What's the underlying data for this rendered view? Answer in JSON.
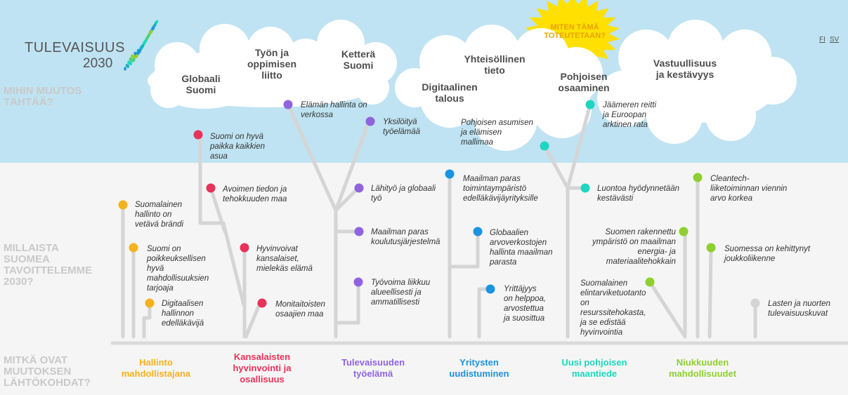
{
  "logo": {
    "word": "TULEVAISUUS",
    "year": "2030"
  },
  "languages": [
    "FI",
    "SV"
  ],
  "sun_text": "MITEN TÄMÄ\nTOTEUTETAAN?",
  "section_labels": {
    "top": "MIHIN MUUTOS\nTÄHTÄÄ?",
    "middle": "MILLAISTA\nSUOMEA\nTAVOITTELEMME\n2030?",
    "bottom": "MITKÄ OVAT\nMUUTOKSEN\nLÄHTÖKOHDAT?"
  },
  "colors": {
    "hallinto": "#f5b21e",
    "kansalaiset": "#e8325a",
    "tyoelama": "#9064e0",
    "yritykset": "#1a93e0",
    "pohjoinen": "#1fd6c0",
    "niukkuus": "#8fcf30",
    "grey": "#d4d4d4",
    "sun": "#ffe000"
  },
  "cloud_titles": [
    "Globaali\nSuomi",
    "Työn ja\noppimisen\nliitto",
    "Ketterä\nSuomi",
    "Digitaalinen\ntalous",
    "Yhteisöllinen\ntieto",
    "Pohjoisen\nosaaminen",
    "Vastuullisuus\nja kestävyys"
  ],
  "goals": {
    "hallinto": [
      "Suomalainen\nhallinto on\nvetävä brändi",
      "Suomi on\npoikkeuksellisen\nhyvä\nmahdollisuuksien\ntarjoaja",
      "Digitaalisen\nhallinnon\nedelläkävijä"
    ],
    "kansalaiset": [
      "Suomi on hyvä\npaikka kaikkien\nasua",
      "Avoimen tiedon ja\ntehokkuuden maa",
      "Hyvinvoivat\nkansalaiset,\nmielekäs elämä",
      "Monitaitoisten\nosaajien maa"
    ],
    "tyoelama": [
      "Elämän hallinta on\nverkossa",
      "Yksilöityä\ntyöelämää",
      "Lähityö ja globaali\ntyö",
      "Maailman paras\nkoulutusjärjestelmä",
      "Työvoima liikkuu\nalueellisesti ja\nammatillisesti"
    ],
    "yritykset": [
      "Maailman paras\ntoimintaympäristö\nedelläkävijäyrityksille",
      "Globaalien\narvoverkostojen\nhallinta maailman\nparasta",
      "Yrittäjyys\non helppoa,\narvostettua\nja suosittua"
    ],
    "pohjoinen": [
      "Pohjoisen asumisen\nja elämisen\nmallimaa",
      "Jäämeren reitti\nja Euroopan\narktinen rata",
      "Luontoa hyödynnetään\nkestävästi"
    ],
    "niukkuus": [
      "Cleantech-\nliiketoiminnan viennin\narvo korkea",
      "Suomen rakennettu\nympäristö on maailman\nenergia- ja\nmateriaalitehokkain",
      "Suomessa on kehittynyt\njoukkoliikenne",
      "Suomalainen\nelintarviketuotanto\non\nresurssitehokasta,\nja se edistää\nhyvinvointia"
    ],
    "grey": [
      "Lasten ja nuorten\ntulevaisuuskuvat"
    ]
  },
  "categories": [
    "Hallinto\nmahdollistajana",
    "Kansalaisten\nhyvinvointi ja\nosallisuus",
    "Tulevaisuuden\ntyöelämä",
    "Yritysten\nuudistuminen",
    "Uusi pohjoisen\nmaantiede",
    "Niukkuuden\nmahdollisuudet"
  ]
}
